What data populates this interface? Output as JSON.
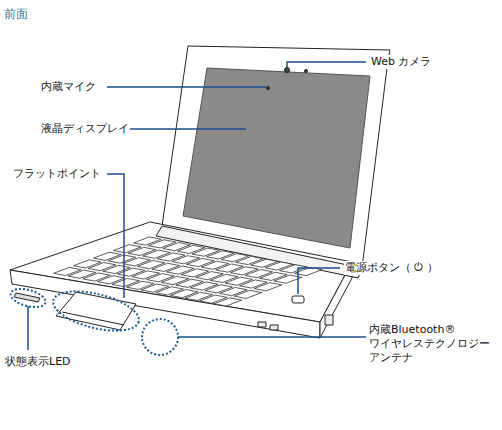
{
  "diagram": {
    "title": "前面",
    "labels": [
      "内蔵マイク",
      "Web カメラ",
      "液晶ディスプレイ",
      "フラットポイント",
      "電源ボタン（ ⏻ ）",
      "状態表示LED",
      "内蔵Bluetooth® ワイヤレステクノロジー アンテナ"
    ]
  }
}
